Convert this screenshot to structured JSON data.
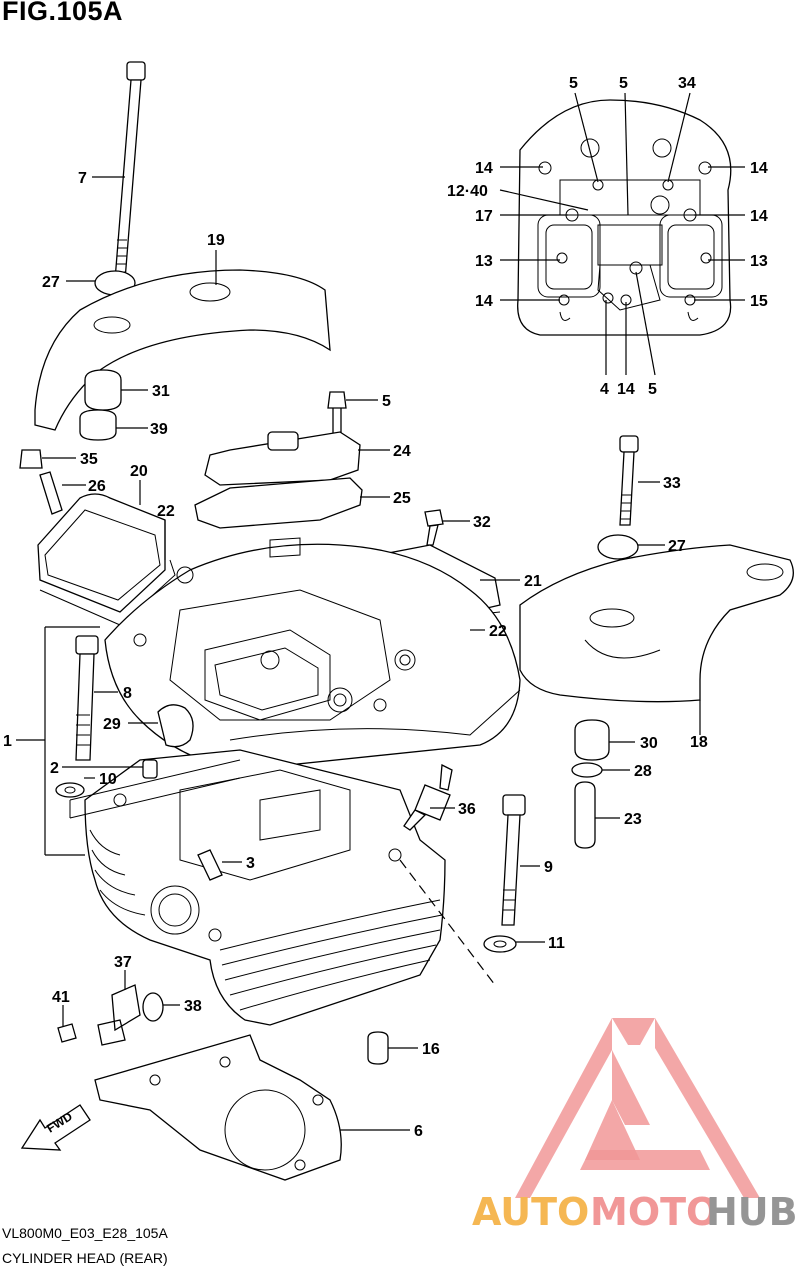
{
  "figure_title": "FIG.105A",
  "model_code": "VL800M0_E03_E28_105A",
  "diagram_name": "CYLINDER HEAD (REAR)",
  "fwd_label": "FWD",
  "watermark": {
    "brand_part1": "AUTO",
    "brand_part2": "MOTO",
    "brand_part3": "HUB",
    "colors": {
      "logo": "#f08c8c",
      "auto": "#f5b041",
      "moto": "#f08c8c",
      "hub": "#8a8a8a"
    }
  },
  "callouts": [
    {
      "id": "c-7",
      "text": "7"
    },
    {
      "id": "c-19",
      "text": "19"
    },
    {
      "id": "c-27a",
      "text": "27"
    },
    {
      "id": "c-31",
      "text": "31"
    },
    {
      "id": "c-39",
      "text": "39"
    },
    {
      "id": "c-35",
      "text": "35"
    },
    {
      "id": "c-20",
      "text": "20"
    },
    {
      "id": "c-26",
      "text": "26"
    },
    {
      "id": "c-22a",
      "text": "22"
    },
    {
      "id": "c-5a",
      "text": "5"
    },
    {
      "id": "c-24",
      "text": "24"
    },
    {
      "id": "c-25",
      "text": "25"
    },
    {
      "id": "c-32",
      "text": "32"
    },
    {
      "id": "c-21",
      "text": "21"
    },
    {
      "id": "c-22b",
      "text": "22"
    },
    {
      "id": "c-33",
      "text": "33"
    },
    {
      "id": "c-27b",
      "text": "27"
    },
    {
      "id": "c-18",
      "text": "18"
    },
    {
      "id": "c-8",
      "text": "8"
    },
    {
      "id": "c-29",
      "text": "29"
    },
    {
      "id": "c-1",
      "text": "1"
    },
    {
      "id": "c-2",
      "text": "2"
    },
    {
      "id": "c-10",
      "text": "10"
    },
    {
      "id": "c-30",
      "text": "30"
    },
    {
      "id": "c-28",
      "text": "28"
    },
    {
      "id": "c-36",
      "text": "36"
    },
    {
      "id": "c-23",
      "text": "23"
    },
    {
      "id": "c-3",
      "text": "3"
    },
    {
      "id": "c-9",
      "text": "9"
    },
    {
      "id": "c-11",
      "text": "11"
    },
    {
      "id": "c-37",
      "text": "37"
    },
    {
      "id": "c-41",
      "text": "41"
    },
    {
      "id": "c-38",
      "text": "38"
    },
    {
      "id": "c-16",
      "text": "16"
    },
    {
      "id": "c-6",
      "text": "6"
    },
    {
      "id": "i-5a",
      "text": "5"
    },
    {
      "id": "i-5b",
      "text": "5"
    },
    {
      "id": "i-34",
      "text": "34"
    },
    {
      "id": "i-14a",
      "text": "14"
    },
    {
      "id": "i-14b",
      "text": "14"
    },
    {
      "id": "i-1240",
      "text": "12·40"
    },
    {
      "id": "i-17",
      "text": "17"
    },
    {
      "id": "i-14c",
      "text": "14"
    },
    {
      "id": "i-13a",
      "text": "13"
    },
    {
      "id": "i-13b",
      "text": "13"
    },
    {
      "id": "i-14d",
      "text": "14"
    },
    {
      "id": "i-15",
      "text": "15"
    },
    {
      "id": "i-4",
      "text": "4"
    },
    {
      "id": "i-14e",
      "text": "14"
    },
    {
      "id": "i-5c",
      "text": "5"
    }
  ]
}
